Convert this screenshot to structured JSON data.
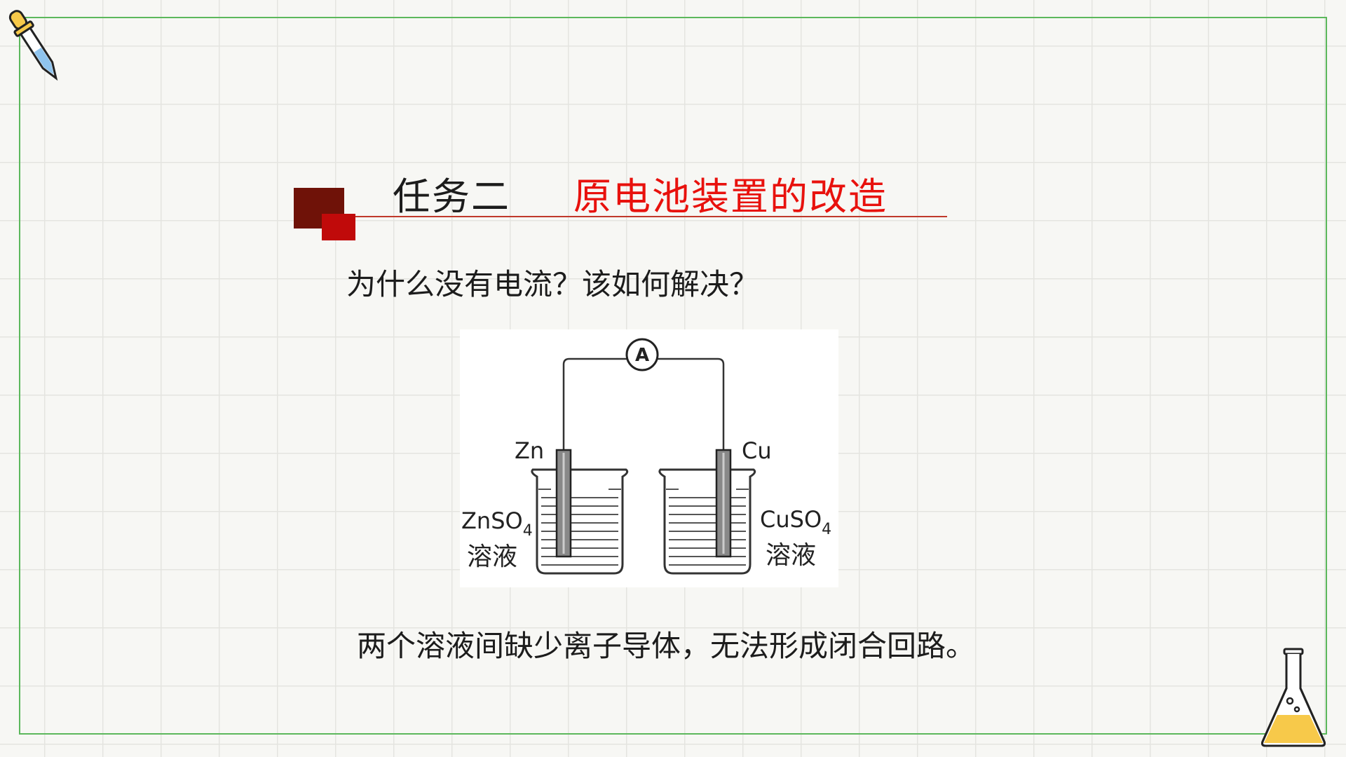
{
  "title": {
    "task": "任务二",
    "topic": "原电池装置的改造"
  },
  "question": "为什么没有电流？该如何解决？",
  "diagram": {
    "meter": "A",
    "left_electrode": "Zn",
    "right_electrode": "Cu",
    "left_solution_formula": "ZnSO",
    "left_solution_subscript": "4",
    "right_solution_formula": "CuSO",
    "right_solution_subscript": "4",
    "left_solution_word": "溶液",
    "right_solution_word": "溶液"
  },
  "answer": "两个溶液间缺少离子导体，无法形成闭合回路。",
  "colors": {
    "frame": "#5cb85c",
    "title_accent": "#e8110d",
    "dark_square": "#6f1208",
    "red_square": "#c00a0a",
    "flask_liquid": "#f7c94a"
  },
  "icons": [
    "dropper-icon",
    "flask-icon"
  ]
}
